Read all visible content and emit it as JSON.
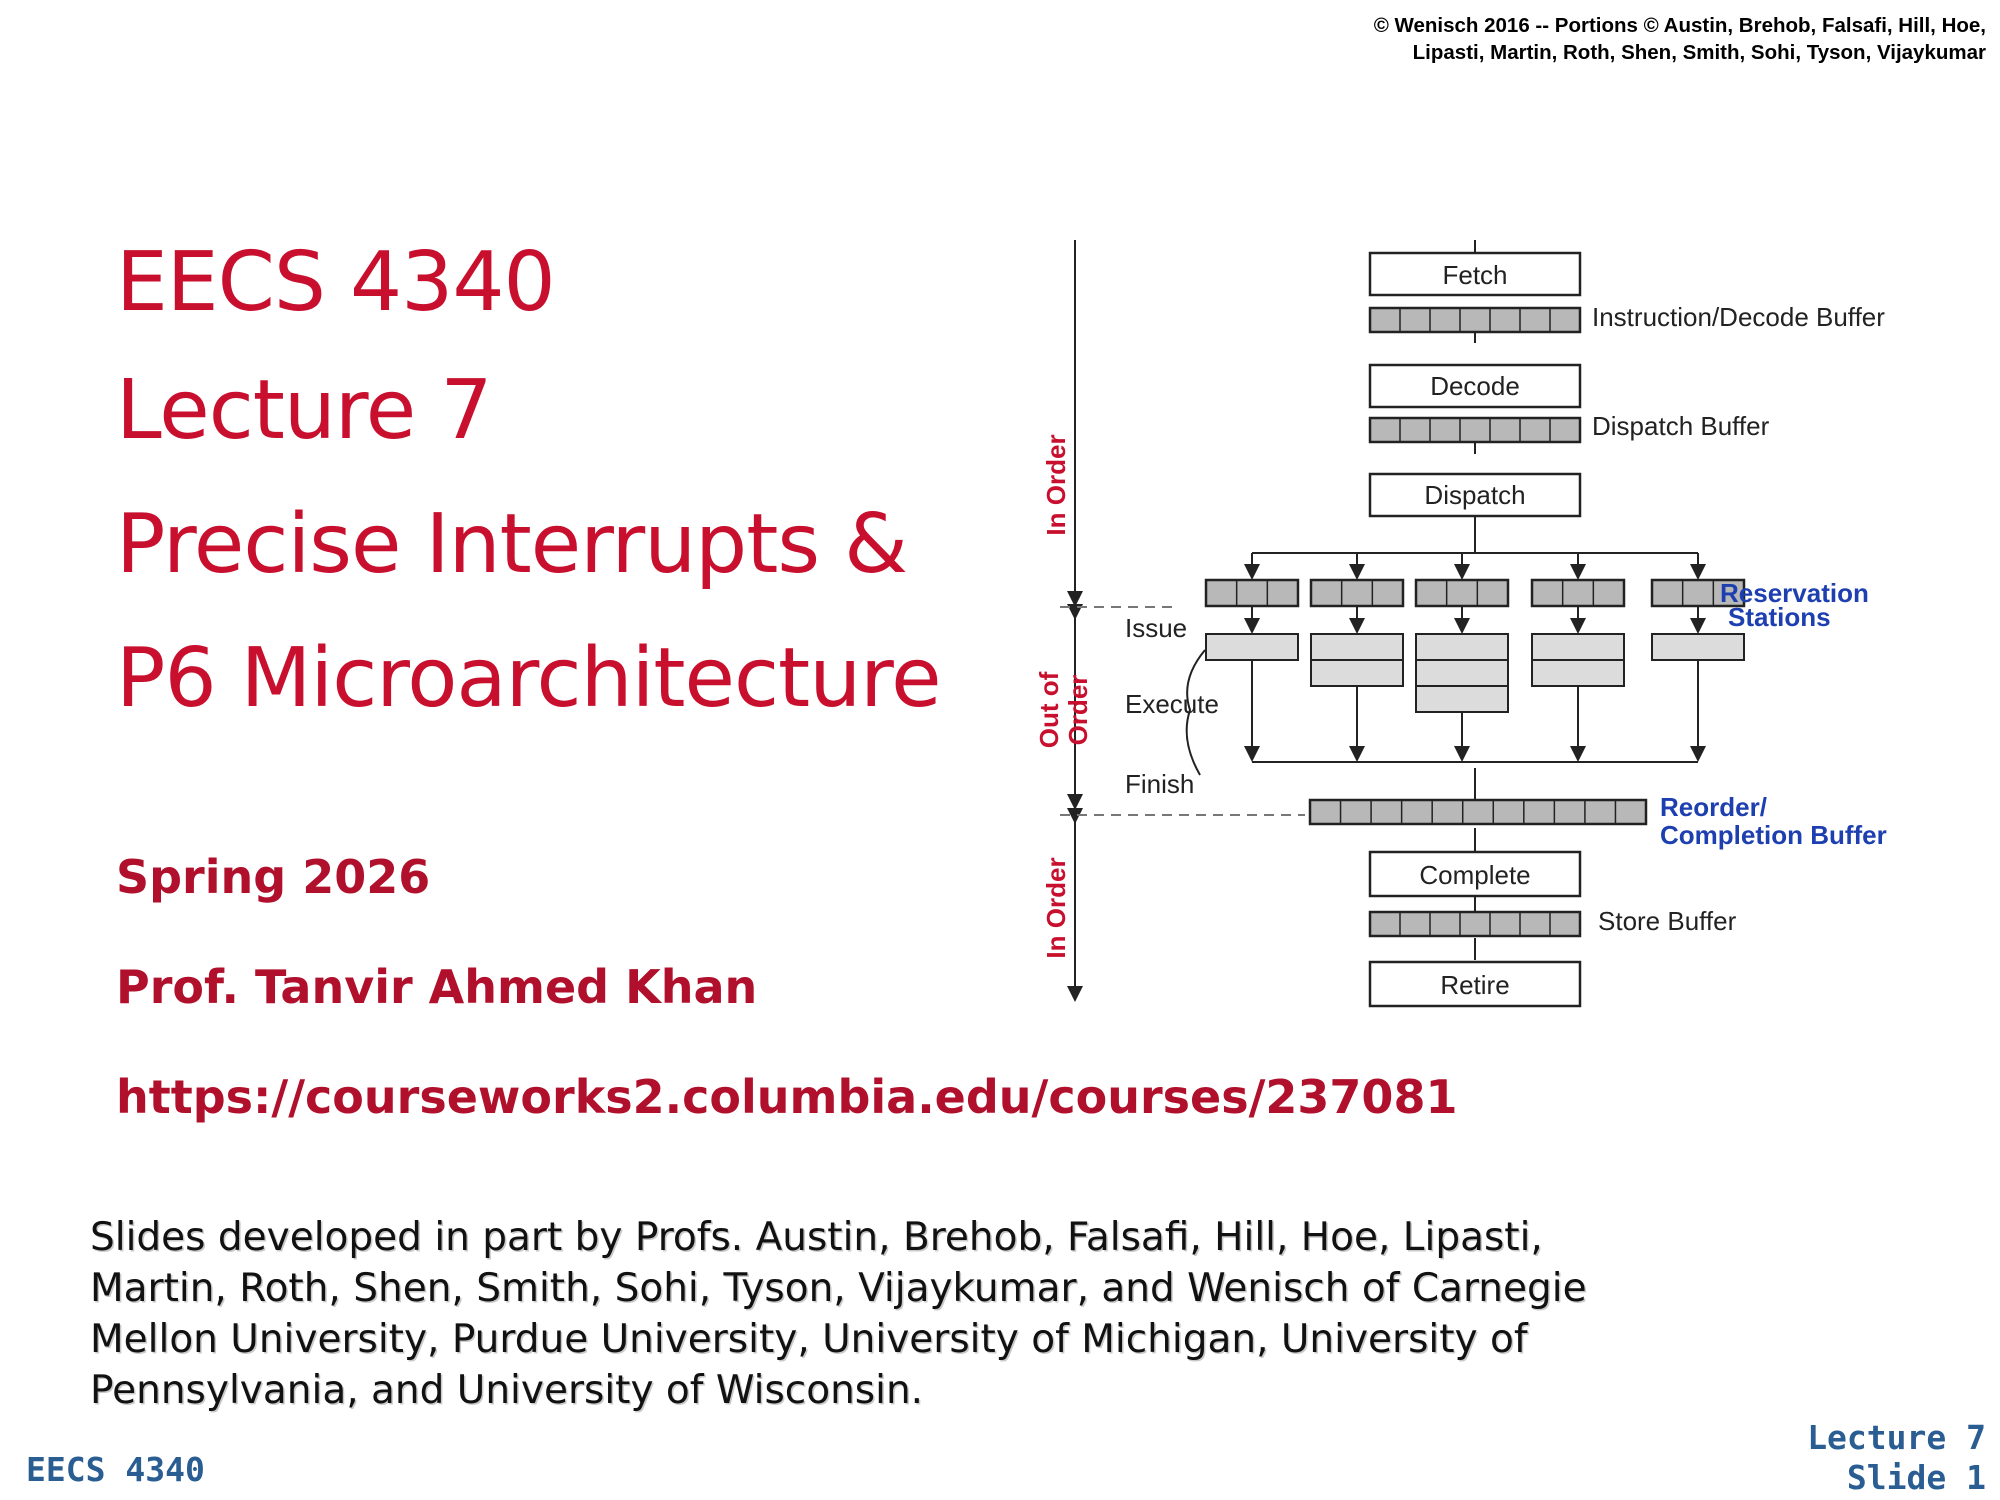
{
  "copyright": {
    "line1": "© Wenisch 2016 -- Portions © Austin, Brehob, Falsafi, Hill, Hoe,",
    "line2": "Lipasti, Martin, Roth, Shen, Smith, Sohi, Tyson, Vijaykumar"
  },
  "title": {
    "course": "EECS 4340",
    "lecture": "Lecture 7",
    "topic_line1": "Precise Interrupts &",
    "topic_line2": "P6 Microarchitecture"
  },
  "info": {
    "term": "Spring 2026",
    "professor": "Prof. Tanvir Ahmed Khan",
    "url": "https://courseworks2.columbia.edu/courses/237081"
  },
  "credits": {
    "line1": "Slides developed in part by Profs. Austin, Brehob, Falsafi, Hill, Hoe, Lipasti,",
    "line2": "Martin, Roth, Shen, Smith, Sohi, Tyson, Vijaykumar, and Wenisch of Carnegie",
    "line3": "Mellon University, Purdue University, University of Michigan, University of",
    "line4": "Pennsylvania, and University of Wisconsin."
  },
  "footer": {
    "course": "EECS 4340",
    "lecture": "Lecture 7",
    "slide": "Slide 1"
  },
  "diagram": {
    "stages": {
      "fetch": "Fetch",
      "decode": "Decode",
      "dispatch": "Dispatch",
      "complete": "Complete",
      "retire": "Retire"
    },
    "buffers": {
      "instruction_decode": "Instruction/Decode Buffer",
      "dispatch": "Dispatch Buffer",
      "reservation_line1": "Reservation",
      "reservation_line2": "Stations",
      "reorder_line1": "Reorder/",
      "reorder_line2": "Completion Buffer",
      "store": "Store Buffer"
    },
    "phases": {
      "issue": "Issue",
      "execute": "Execute",
      "finish": "Finish"
    },
    "regions": {
      "in_order_top": "In Order",
      "out_of_order_line1": "Out of",
      "out_of_order_line2": "Order",
      "in_order_bottom": "In Order"
    },
    "colors": {
      "title_red": "#c8102e",
      "label_blue": "#1d3fb0",
      "footer_blue": "#2a5d92",
      "buffer_gray": "#b8b8b8"
    }
  }
}
